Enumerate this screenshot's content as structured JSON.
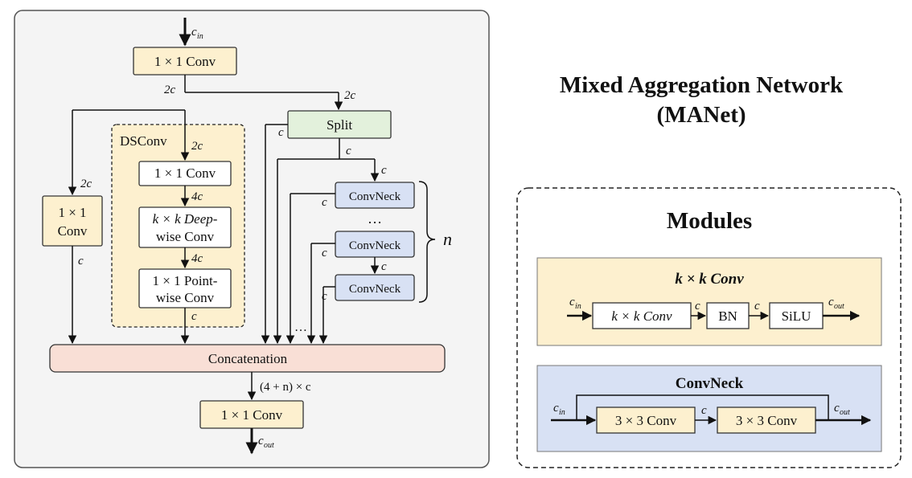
{
  "colors": {
    "yellow": "#fdf0cf",
    "green": "#e3f1dc",
    "blue": "#d8e1f4",
    "pink": "#f9dfd6",
    "panel_border": "#555555"
  },
  "main": {
    "input_label": "c",
    "input_sub": "in",
    "top_conv": "1 × 1  Conv",
    "branch_2c_left": "2c",
    "branch_2c_right": "2c",
    "left_conv_l1": "1 × 1",
    "left_conv_l2": "Conv",
    "left_in": "2c",
    "left_out": "c",
    "dsconv": {
      "title": "DSConv",
      "in_label": "2c",
      "conv1": "1 × 1  Conv",
      "mid_label": "4c",
      "deep_l1": "k × k  Deep-",
      "deep_l2": "wise Conv",
      "mid_label2": "4c",
      "point_l1": "1 × 1  Point-",
      "point_l2": "wise Conv",
      "out_label": "c"
    },
    "split": "Split",
    "split_left": "c",
    "split_down": "c",
    "neck_in": "c",
    "convneck": "ConvNeck",
    "neck_side": "c",
    "ellipsis": "…",
    "neck_mid": "c",
    "n_label": "n",
    "concat": "Concatenation",
    "concat_out": "(4 + n) × c",
    "bottom_conv": "1 × 1  Conv",
    "output_label": "c",
    "output_sub": "out"
  },
  "title": {
    "line1": "Mixed Aggregation Network",
    "line2": "(MANet)"
  },
  "modules": {
    "title": "Modules",
    "kconv": {
      "title": "k × k  Conv",
      "in": "c",
      "in_sub": "in",
      "b1": "k × k Conv",
      "l1": "c",
      "b2": "BN",
      "l2": "c",
      "b3": "SiLU",
      "out": "c",
      "out_sub": "out"
    },
    "neck": {
      "title": "ConvNeck",
      "in": "c",
      "in_sub": "in",
      "b1": "3 × 3 Conv",
      "l1": "c",
      "b2": "3 × 3 Conv",
      "out": "c",
      "out_sub": "out"
    }
  }
}
